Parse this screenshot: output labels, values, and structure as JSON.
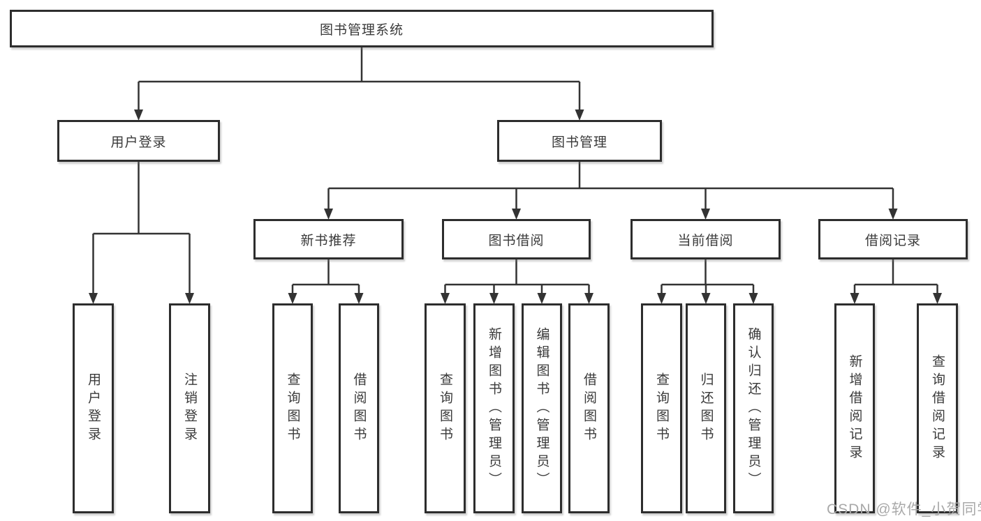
{
  "diagram": {
    "title": "图书管理系统",
    "nodes": [
      {
        "name": "root",
        "label": "图书管理系统"
      },
      {
        "name": "user-login",
        "label": "用户登录"
      },
      {
        "name": "book-management",
        "label": "图书管理"
      },
      {
        "name": "new-book-recommend",
        "label": "新书推荐"
      },
      {
        "name": "book-borrow",
        "label": "图书借阅"
      },
      {
        "name": "current-borrow",
        "label": "当前借阅"
      },
      {
        "name": "borrow-records",
        "label": "借阅记录"
      },
      {
        "name": "user-login-leaf",
        "label": "用户登录"
      },
      {
        "name": "logout-leaf",
        "label": "注销登录"
      },
      {
        "name": "nbr-query-books",
        "label": "查询图书"
      },
      {
        "name": "nbr-borrow-books",
        "label": "借阅图书"
      },
      {
        "name": "bb-query-books",
        "label": "查询图书"
      },
      {
        "name": "bb-add-books",
        "label": "新增图书（管理员）"
      },
      {
        "name": "bb-edit-books",
        "label": "编辑图书（管理员）"
      },
      {
        "name": "bb-borrow-books",
        "label": "借阅图书"
      },
      {
        "name": "cb-query-books",
        "label": "查询图书"
      },
      {
        "name": "cb-return-books",
        "label": "归还图书"
      },
      {
        "name": "cb-confirm-return",
        "label": "确认归还（管理员）"
      },
      {
        "name": "br-add-record",
        "label": "新增借阅记录"
      },
      {
        "name": "br-query-record",
        "label": "查询借阅记录"
      }
    ],
    "hierarchy": {
      "label": "图书管理系统",
      "children": [
        {
          "label": "用户登录",
          "children": [
            {
              "label": "用户登录"
            },
            {
              "label": "注销登录"
            }
          ]
        },
        {
          "label": "图书管理",
          "children": [
            {
              "label": "新书推荐",
              "children": [
                {
                  "label": "查询图书"
                },
                {
                  "label": "借阅图书"
                }
              ]
            },
            {
              "label": "图书借阅",
              "children": [
                {
                  "label": "查询图书"
                },
                {
                  "label": "新增图书（管理员）"
                },
                {
                  "label": "编辑图书（管理员）"
                },
                {
                  "label": "借阅图书"
                }
              ]
            },
            {
              "label": "当前借阅",
              "children": [
                {
                  "label": "查询图书"
                },
                {
                  "label": "归还图书"
                },
                {
                  "label": "确认归还（管理员）"
                }
              ]
            },
            {
              "label": "借阅记录",
              "children": [
                {
                  "label": "新增借阅记录"
                },
                {
                  "label": "查询借阅记录"
                }
              ]
            }
          ]
        }
      ]
    }
  },
  "watermark": {
    "text": "CSDN @软件_小贺同学"
  },
  "colors": {
    "line": "#333333",
    "box_border": "#2d2d2d",
    "text": "#3a3a3a",
    "watermark": "#a9a9a9",
    "background": "#ffffff"
  }
}
